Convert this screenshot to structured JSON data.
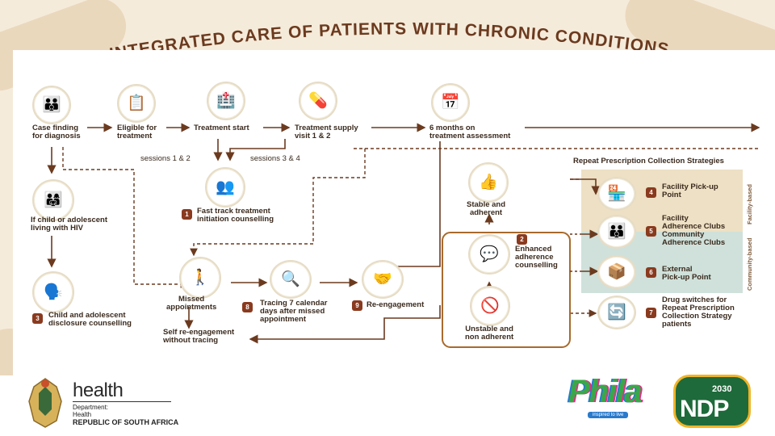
{
  "title": "INTEGRATED CARE OF PATIENTS WITH CHRONIC CONDITIONS",
  "colors": {
    "brown": "#6b3a1f",
    "accent": "#b8621b",
    "green": "#6a9c3a",
    "teal": "#9fc3b8",
    "tan": "#ede0c4"
  },
  "steps": {
    "case_finding": "Case finding\nfor diagnosis",
    "eligible": "Eligible for\ntreatment",
    "treatment_start": "Treatment start",
    "treatment_supply": "Treatment supply\nvisit 1 & 2",
    "six_months": "6 months on\ntreatment assessment",
    "sessions_12": "sessions 1 & 2",
    "sessions_34": "sessions 3 & 4",
    "fast_track": "Fast track treatment\ninitiation counselling",
    "child_hiv": "If child or adolescent\nliving with HIV",
    "disclosure": "Child and adolescent\ndisclosure counselling",
    "missed": "Missed\nappointments",
    "tracing": "Tracing 7 calendar\ndays after missed\nappointment",
    "reengagement": "Re-engagement",
    "self_reengagement": "Self re-engagement\nwithout tracing",
    "stable": "Stable and\nadherent",
    "enhanced": "Enhanced\nadherence\ncounselling",
    "unstable": "Unstable and\nnon adherent"
  },
  "numbers": {
    "n1": "1",
    "n2": "2",
    "n3": "3",
    "n4": "4",
    "n5": "5",
    "n6": "6",
    "n7": "7",
    "n8": "8",
    "n9": "9"
  },
  "repeat": {
    "heading": "Repeat Prescription Collection Strategies",
    "facility_pickup": "Facility Pick-up\nPoint",
    "adherence_clubs": "Facility\nAdherence Clubs\nCommunity\nAdherence Clubs",
    "external_pickup": "External\nPick-up Point",
    "drug_switches": "Drug switches for\nRepeat Prescription\nCollection Strategy\npatients",
    "facility_based": "Facility-based",
    "community_based": "Community-based"
  },
  "footer": {
    "health": "health",
    "department": "Department:",
    "dept_name": "Health",
    "country": "REPUBLIC OF SOUTH AFRICA",
    "phila": "Phila",
    "phila_tag": "inspired to live",
    "ndp_year": "2030",
    "ndp": "NDP"
  },
  "icons": [
    "family-icon",
    "clipboard-icon",
    "clinic-icon",
    "pharmacy-icon",
    "calendar-icon",
    "counselling-icon",
    "child-parents-icon",
    "disclosure-icon",
    "missed-icon",
    "tracing-icon",
    "reengagement-icon",
    "stable-icon",
    "enhanced-icon",
    "unstable-icon",
    "facility-pickup-icon",
    "clubs-icon",
    "external-pickup-icon",
    "drug-switch-icon"
  ]
}
